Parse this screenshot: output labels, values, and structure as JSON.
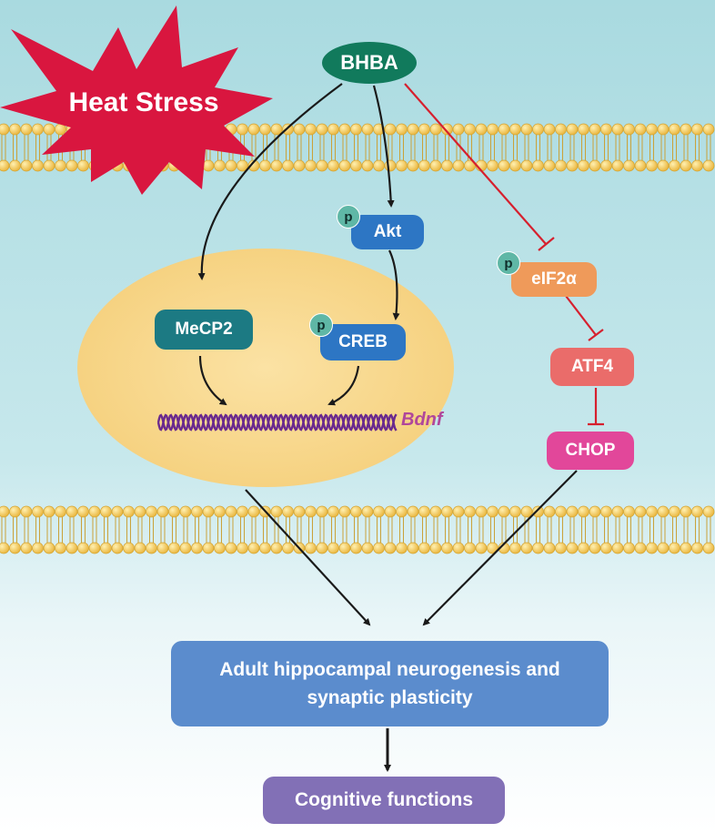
{
  "stressor": {
    "label": "Heat Stress"
  },
  "nodes": {
    "bhba": "BHBA",
    "akt": "Akt",
    "creb": "CREB",
    "mecp2": "MeCP2",
    "eif2a": "eIF2α",
    "atf4": "ATF4",
    "chop": "CHOP"
  },
  "phospho_badge": "p",
  "gene": "Bdnf",
  "outcome": {
    "text": "Adult hippocampal neurogenesis and synaptic plasticity"
  },
  "final": {
    "text": "Cognitive functions"
  },
  "colors": {
    "background_top": "#a9dae0",
    "background_bottom": "#ffffff",
    "membrane_head": "#f2c64f",
    "nucleus": "#f8d88c",
    "star": "#d9163f",
    "bhba": "#117a5c",
    "akt_creb": "#2d76c4",
    "mecp2": "#1c7a83",
    "eif2a": "#ef9a5a",
    "atf4": "#ea6c6a",
    "chop": "#e2479a",
    "inhibit_line": "#d6202e",
    "dna": "#6a2a8e",
    "outcome_box": "#5b8ccd",
    "final_box": "#8270b6"
  }
}
